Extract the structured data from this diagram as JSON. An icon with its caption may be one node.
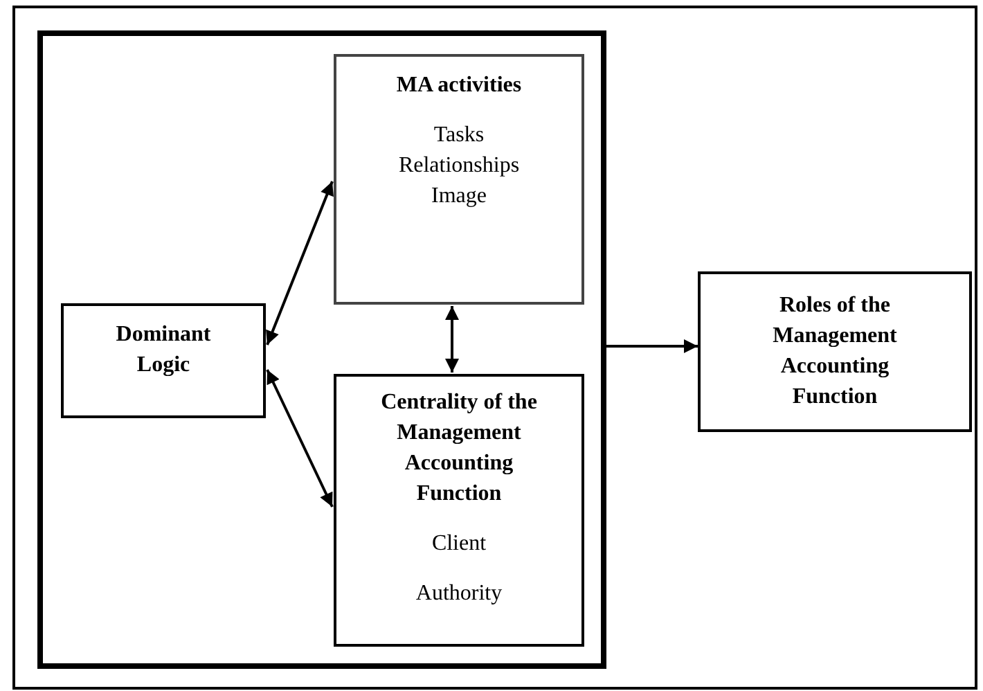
{
  "diagram": {
    "nodes": [
      {
        "text": [],
        "shape": "box"
      },
      {
        "text": [
          "Dominant Logic"
        ],
        "in": 0
      },
      {
        "text": [
          "MA activities",
          "Tasks",
          "Relationships",
          "Image"
        ],
        "in": 0
      },
      {
        "text": [
          "Centrality of the Management Accounting Function",
          "Client",
          "Authority"
        ],
        "in": 0
      },
      {
        "text": [
          "Roles of the Management Accounting Function"
        ]
      }
    ],
    "edges": [
      {
        "from": 1,
        "to": 2,
        "arrow": "both"
      },
      {
        "from": 1,
        "to": 3,
        "arrow": "both"
      },
      {
        "from": 2,
        "to": 3,
        "arrow": "both"
      },
      {
        "from": 0,
        "to": 4,
        "arrow": "to"
      }
    ]
  }
}
